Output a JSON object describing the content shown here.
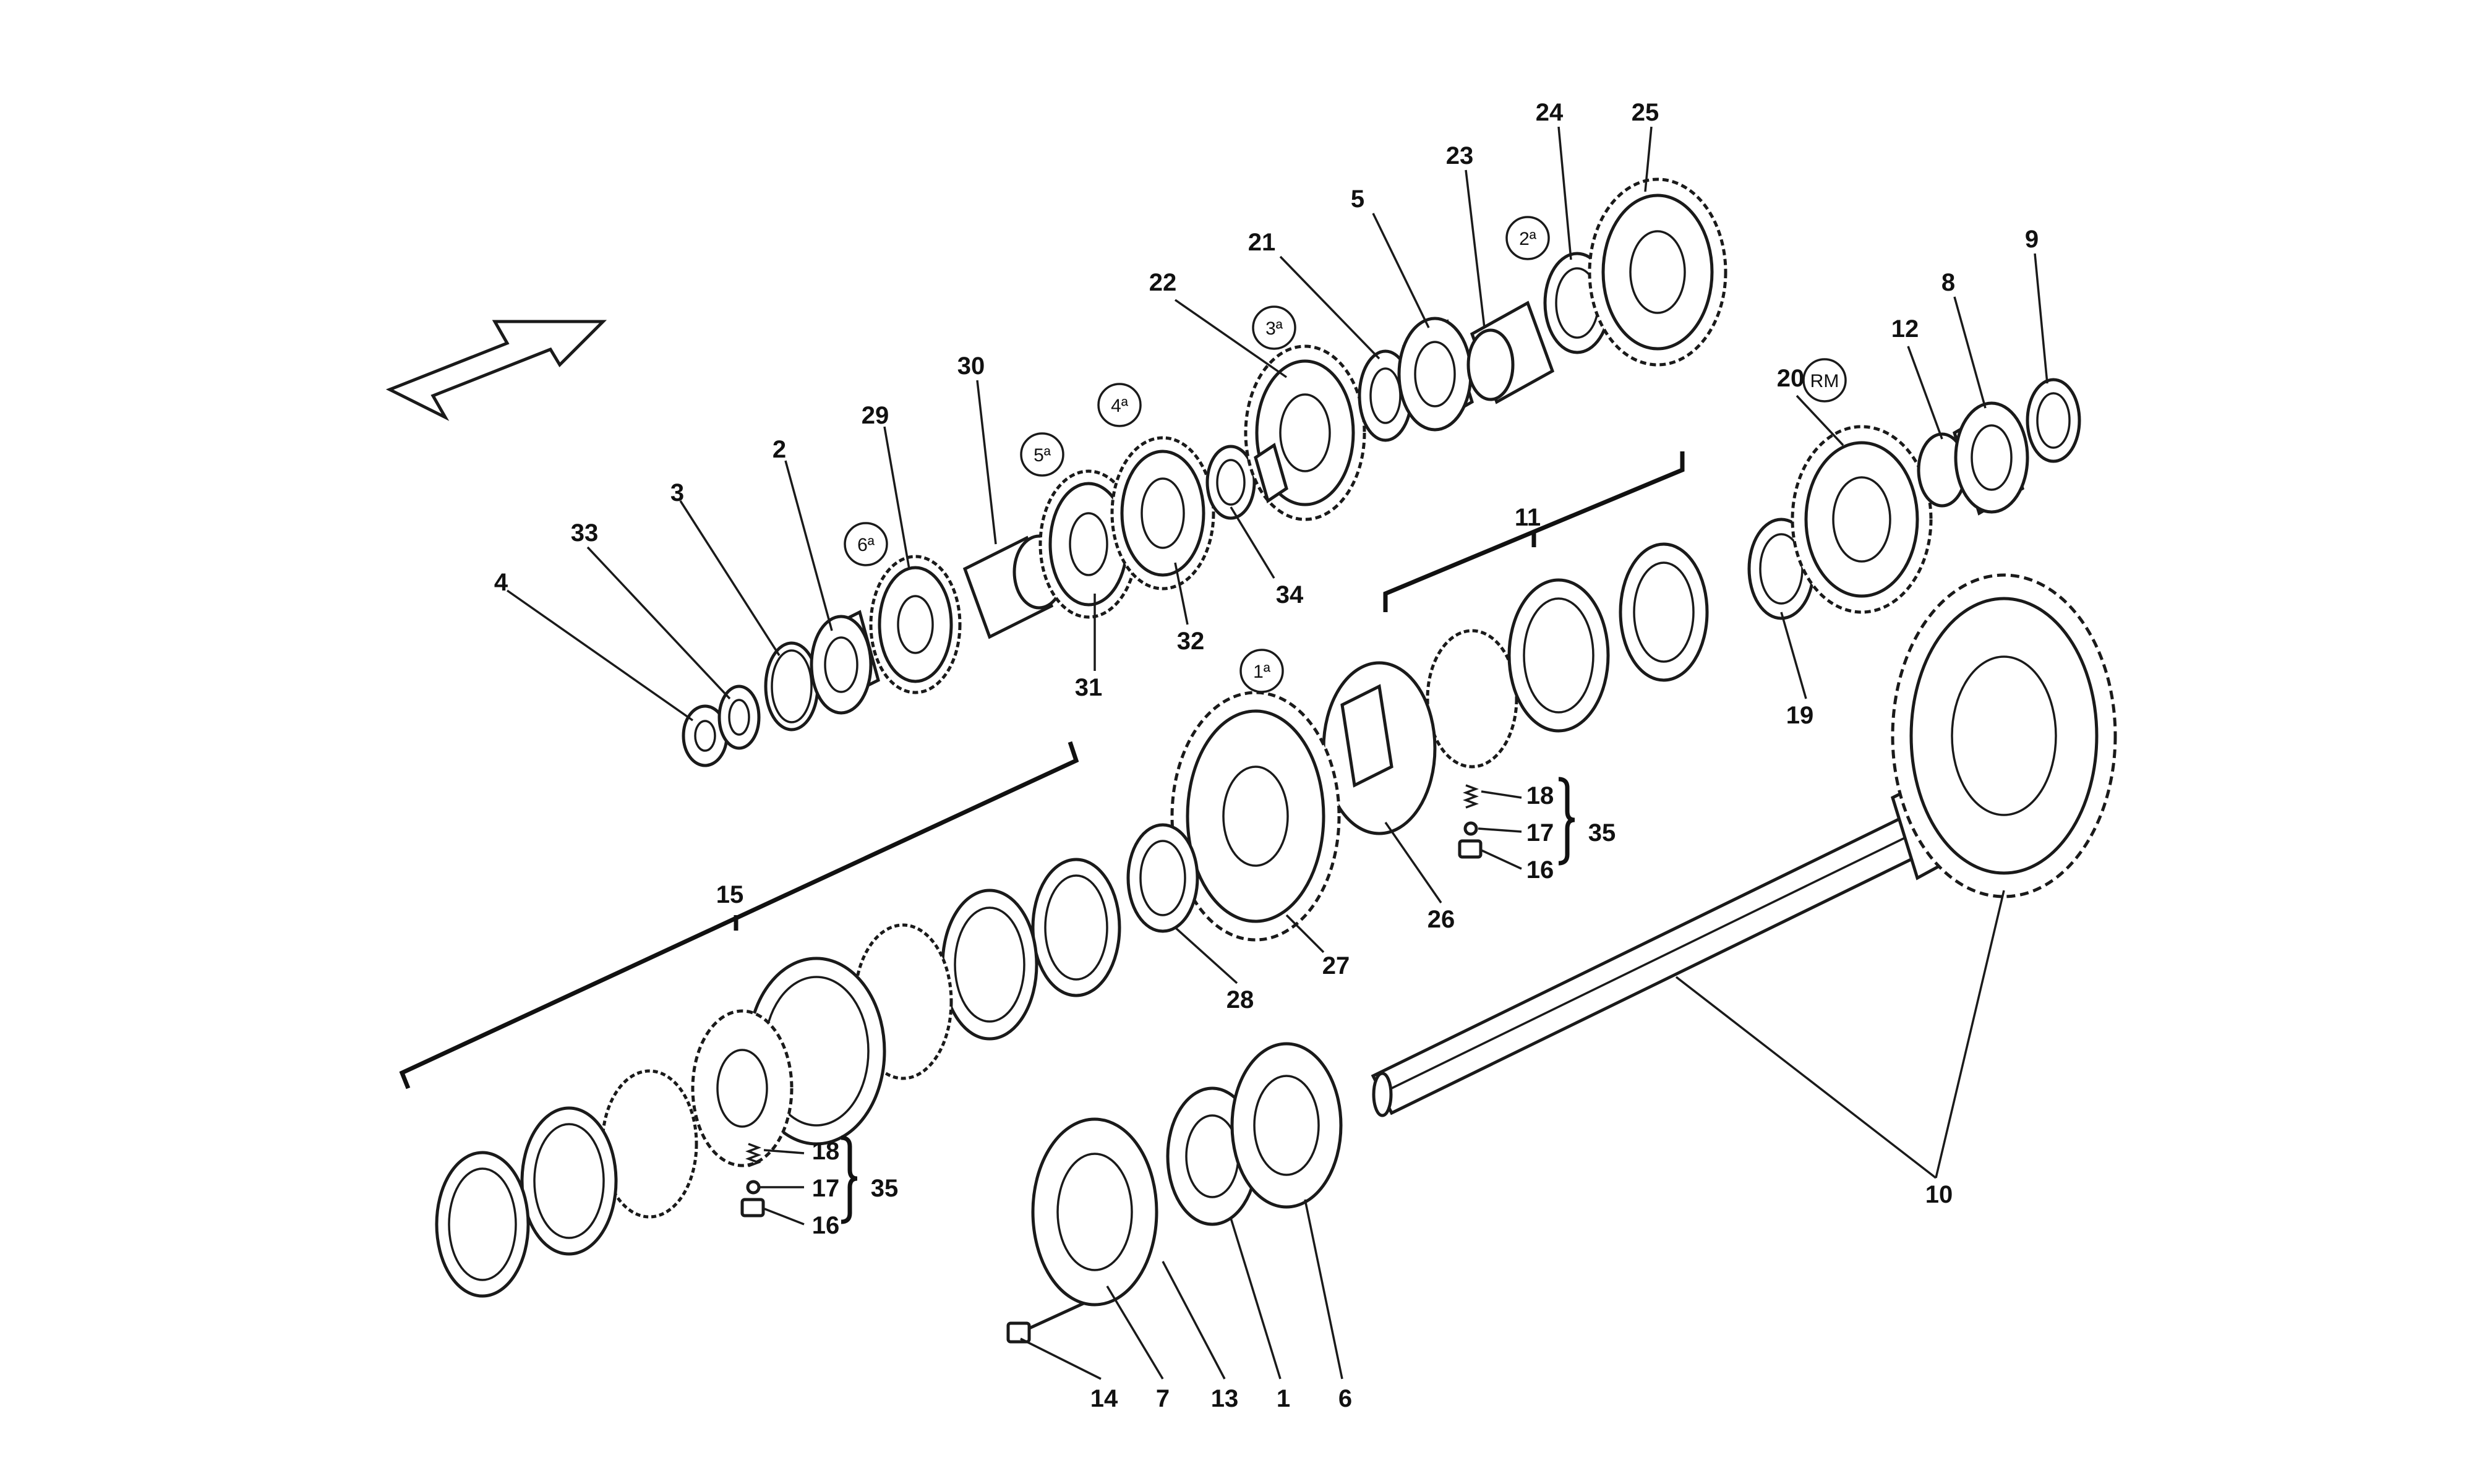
{
  "diagram": {
    "callouts": {
      "c1": "1",
      "c2": "2",
      "c3": "3",
      "c4": "4",
      "c5": "5",
      "c6": "6",
      "c7": "7",
      "c8": "8",
      "c9": "9",
      "c10": "10",
      "c11": "11",
      "c12": "12",
      "c13": "13",
      "c14": "14",
      "c15": "15",
      "c16a": "16",
      "c16b": "16",
      "c17a": "17",
      "c17b": "17",
      "c18a": "18",
      "c18b": "18",
      "c19": "19",
      "c20": "20",
      "c21": "21",
      "c22": "22",
      "c23": "23",
      "c24": "24",
      "c25": "25",
      "c26": "26",
      "c27": "27",
      "c28": "28",
      "c29": "29",
      "c30": "30",
      "c31": "31",
      "c32": "32",
      "c33": "33",
      "c34": "34",
      "c35a": "35",
      "c35b": "35"
    },
    "gear_marks": {
      "g1": "1ª",
      "g2": "2ª",
      "g3": "3ª",
      "g4": "4ª",
      "g5": "5ª",
      "g6": "6ª",
      "rm": "RM"
    }
  }
}
